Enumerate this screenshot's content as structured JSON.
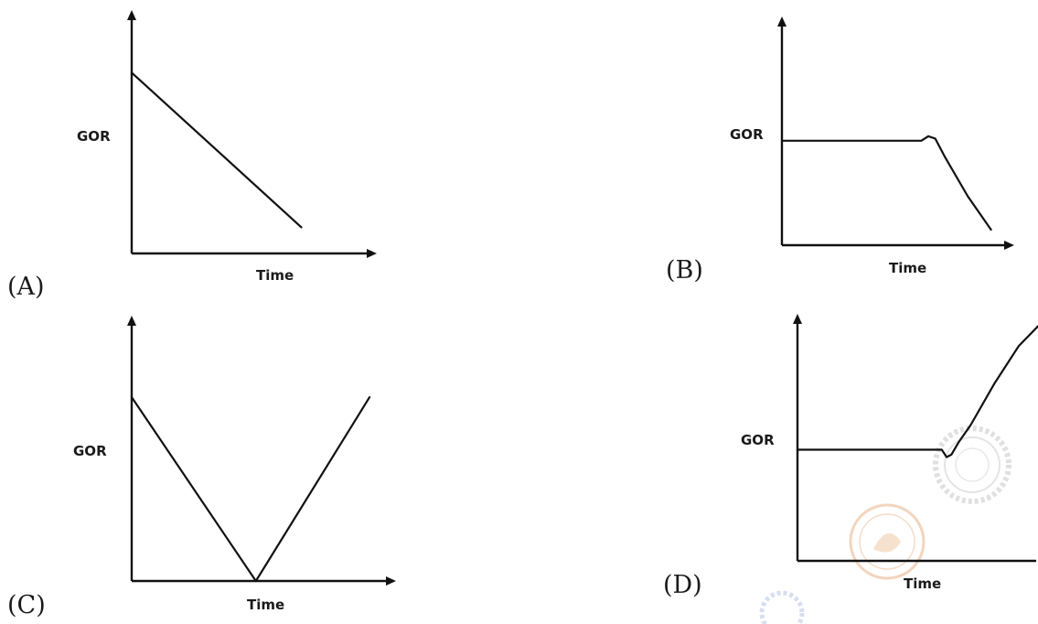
{
  "colors": {
    "line": "#111111",
    "text": "#1a1a1a",
    "watermark_gray": "#c8c8c8",
    "watermark_orange": "#e8b48a",
    "watermark_blue": "#b8c3e6"
  },
  "chart_data": [
    {
      "type": "line",
      "panel_label": "(A)",
      "xlabel": "Time",
      "ylabel": "GOR",
      "xlim": [
        0,
        1
      ],
      "ylim": [
        0,
        1
      ],
      "series": [
        {
          "x": [
            0,
            0.7
          ],
          "y": [
            0.76,
            0.11
          ]
        }
      ]
    },
    {
      "type": "line",
      "panel_label": "(B)",
      "xlabel": "Time",
      "ylabel": "GOR",
      "xlim": [
        0,
        1
      ],
      "ylim": [
        0,
        1
      ],
      "series": [
        {
          "x": [
            0,
            0.6,
            0.63,
            0.66,
            0.7,
            0.8,
            0.9
          ],
          "y": [
            0.47,
            0.47,
            0.49,
            0.48,
            0.4,
            0.22,
            0.07
          ]
        }
      ]
    },
    {
      "type": "line",
      "panel_label": "(C)",
      "xlabel": "Time",
      "ylabel": "GOR",
      "xlim": [
        0,
        1
      ],
      "ylim": [
        0,
        1
      ],
      "series": [
        {
          "x": [
            0,
            0.47,
            0.9
          ],
          "y": [
            0.71,
            0.0,
            0.71
          ]
        }
      ]
    },
    {
      "type": "line",
      "panel_label": "(D)",
      "xlabel": "Time",
      "ylabel": "GOR",
      "xlim": [
        0,
        1
      ],
      "ylim": [
        0,
        1
      ],
      "series": [
        {
          "x": [
            0,
            0.6,
            0.62,
            0.64,
            0.67,
            0.72,
            0.82,
            0.92,
            1.0
          ],
          "y": [
            0.45,
            0.45,
            0.42,
            0.43,
            0.48,
            0.55,
            0.72,
            0.87,
            0.95
          ]
        }
      ]
    }
  ]
}
